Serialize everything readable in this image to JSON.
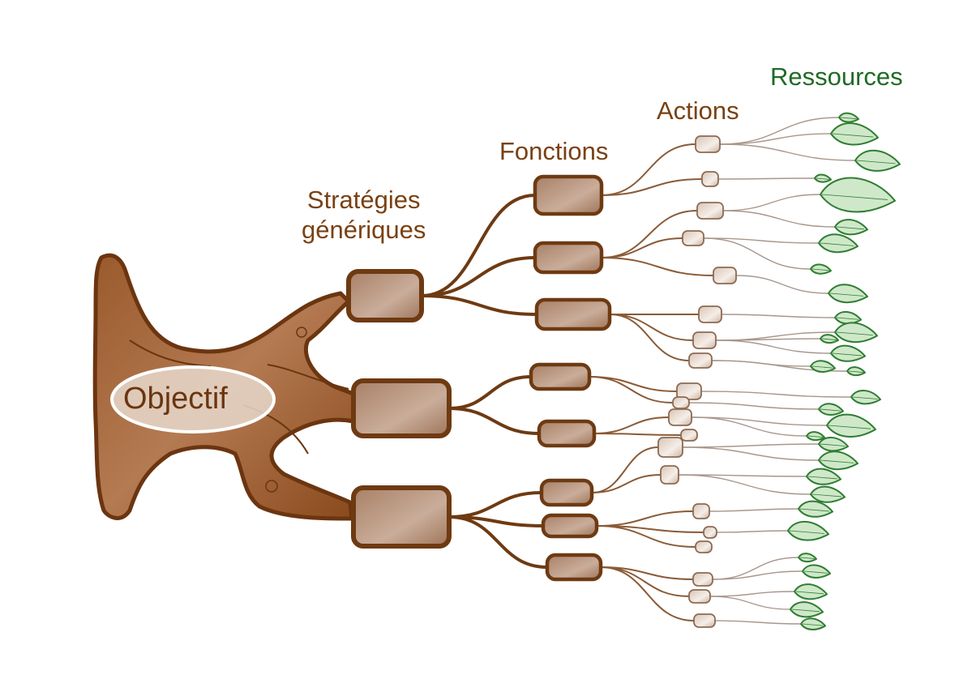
{
  "diagram": {
    "title": "Arbre objectif - stratégies - fonctions - actions - ressources",
    "root": {
      "label": "Objectif"
    },
    "levels": [
      {
        "key": "strategies",
        "label": "Stratégies génériques",
        "line1": "Stratégies",
        "line2": "génériques"
      },
      {
        "key": "functions",
        "label": "Fonctions"
      },
      {
        "key": "actions",
        "label": "Actions"
      },
      {
        "key": "resources",
        "label": "Ressources"
      }
    ],
    "colors": {
      "trunk": "#8a4a1c",
      "trunk_outline": "#6b3510",
      "node_fill": "#b99680",
      "node_outline": "#6e3a12",
      "action_fill": "#e9dcd2",
      "action_outline": "#8d6a52",
      "thin_line": "#a8978c",
      "leaf": "#2f7d32",
      "leaf_fill": "#cfe8c9",
      "label_brown": "#7a4112",
      "label_green": "#1f6b25"
    },
    "counts": {
      "strategies": 3,
      "functions": 8,
      "actions": 20,
      "resources": 30
    }
  }
}
